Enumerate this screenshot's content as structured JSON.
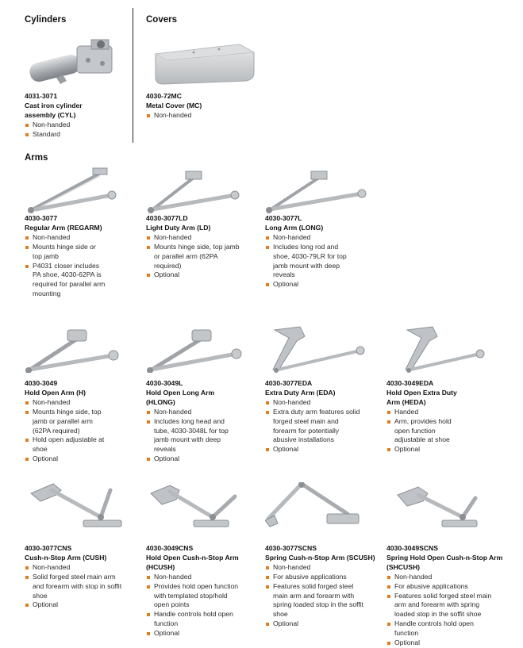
{
  "cylinders": {
    "title": "Cylinders",
    "items": [
      {
        "pn": "4031-3071",
        "name": "Cast iron cylinder assembly (CYL)",
        "bullets": [
          "Non-handed",
          "Standard"
        ]
      }
    ]
  },
  "covers": {
    "title": "Covers",
    "items": [
      {
        "pn": "4030-72MC",
        "name": "Metal Cover (MC)",
        "bullets": [
          "Non-handed"
        ]
      }
    ]
  },
  "arms": {
    "title": "Arms",
    "items": [
      {
        "pn": "4030-3077",
        "name": "Regular Arm (REGARM)",
        "bullets": [
          "Non-handed",
          "Mounts hinge side or top jamb",
          "P4031 closer includes PA shoe, 4030-62PA is required for parallel arm mounting"
        ]
      },
      {
        "pn": "4030-3077LD",
        "name": "Light Duty Arm (LD)",
        "bullets": [
          "Non-handed",
          "Mounts hinge side, top jamb or parallel arm (62PA required)",
          "Optional"
        ]
      },
      {
        "pn": "4030-3077L",
        "name": "Long Arm (LONG)",
        "bullets": [
          "Non-handed",
          "Includes long rod and shoe, 4030-79LR for top jamb mount with deep reveals",
          "Optional"
        ]
      },
      {
        "pn": "4030-3049",
        "name": "Hold Open Arm (H)",
        "bullets": [
          "Non-handed",
          "Mounts hinge side, top jamb or parallel arm (62PA required)",
          "Hold open adjustable at shoe",
          "Optional"
        ]
      },
      {
        "pn": "4030-3049L",
        "name": "Hold Open Long Arm (HLONG)",
        "bullets": [
          "Non-handed",
          "Includes long head and tube, 4030-3048L for top jamb mount with deep reveals",
          "Optional"
        ]
      },
      {
        "pn": "4030-3077EDA",
        "name": "Extra Duty Arm (EDA)",
        "bullets": [
          "Non-handed",
          "Extra duty arm features solid forged steel main and forearm for potentially abusive installations",
          "Optional"
        ]
      },
      {
        "pn": "4030-3049EDA",
        "name": "Hold Open Extra Duty Arm (HEDA)",
        "bullets": [
          "Handed",
          "Arm, provides hold open function adjustable at shoe",
          "Optional"
        ]
      },
      {
        "pn": "4030-3077CNS",
        "name": "Cush-n-Stop Arm (CUSH)",
        "bullets": [
          "Non-handed",
          "Solid forged steel main arm and forearm with stop in soffit shoe",
          "Optional"
        ]
      },
      {
        "pn": "4030-3049CNS",
        "name": "Hold Open Cush-n-Stop Arm (HCUSH)",
        "bullets": [
          "Non-handed",
          "Provides hold open function with templated stop/hold open points",
          "Handle controls hold open function",
          "Optional"
        ]
      },
      {
        "pn": "4030-3077SCNS",
        "name": "Spring Cush-n-Stop Arm (SCUSH)",
        "bullets": [
          "Non-handed",
          "For abusive applications",
          "Features solid forged steel main arm and forearm with spring loaded stop in the soffit shoe",
          "Optional"
        ]
      },
      {
        "pn": "4030-3049SCNS",
        "name": "Spring Hold Open Cush-n-Stop Arm (SHCUSH)",
        "bullets": [
          "Non-handed",
          "For abusive applications",
          "Features solid forged steel main arm and forearm with spring loaded stop in the soffit shoe",
          "Handle controls hold open function",
          "Optional"
        ]
      }
    ]
  },
  "colors": {
    "bullet": "#e07b1f",
    "text": "#1b1b1b",
    "metal": "#b9bcc0"
  }
}
